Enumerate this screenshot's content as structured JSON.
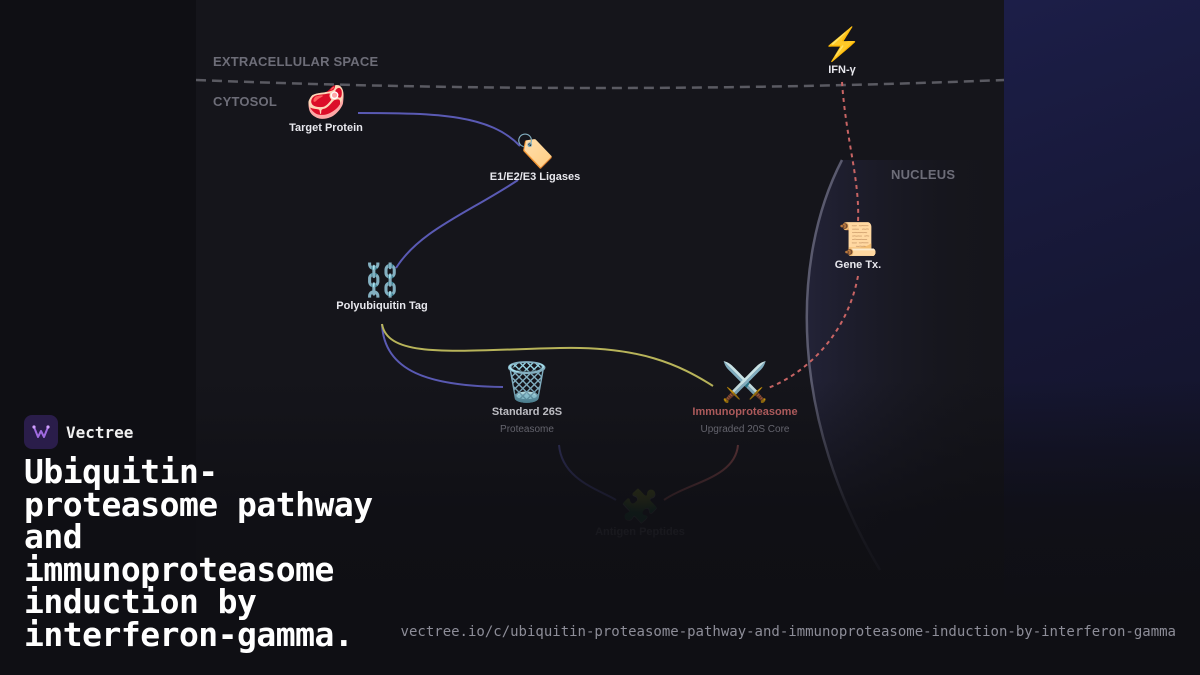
{
  "zones": {
    "extracellular": "EXTRACELLULAR SPACE",
    "cytosol": "CYTOSOL",
    "nucleus": "NUCLEUS"
  },
  "nodes": {
    "target_protein": {
      "icon": "🥩",
      "label": "Target Protein"
    },
    "ligases": {
      "icon": "🏷️",
      "label": "E1/E2/E3 Ligases"
    },
    "polyubiquitin": {
      "icon": "⛓️",
      "label": "Polyubiquitin Tag"
    },
    "proteasome_26s": {
      "icon": "🗑️",
      "label": "Standard 26S",
      "sub": "Proteasome"
    },
    "immunoproteasome": {
      "icon": "⚔️",
      "label": "Immunoproteasome",
      "sub": "Upgraded 20S Core"
    },
    "antigen_peptides": {
      "icon": "🧩",
      "label": "Antigen Peptides"
    },
    "ifn_gamma": {
      "icon": "⚡",
      "label": "IFN-γ"
    },
    "gene_tx": {
      "icon": "📜",
      "label": "Gene Tx."
    }
  },
  "colors": {
    "edge_purple": "#5a5ab4",
    "edge_yellow": "#b8b45a",
    "edge_red": "#c86464",
    "membrane": "#5a5a62",
    "highlight_red": "#d46d6d"
  },
  "brand": {
    "name": "Vectree"
  },
  "title": "Ubiquitin-proteasome pathway and immunoproteasome induction by interferon-gamma.",
  "url": "vectree.io/c/ubiquitin-proteasome-pathway-and-immunoproteasome-induction-by-interferon-gamma"
}
